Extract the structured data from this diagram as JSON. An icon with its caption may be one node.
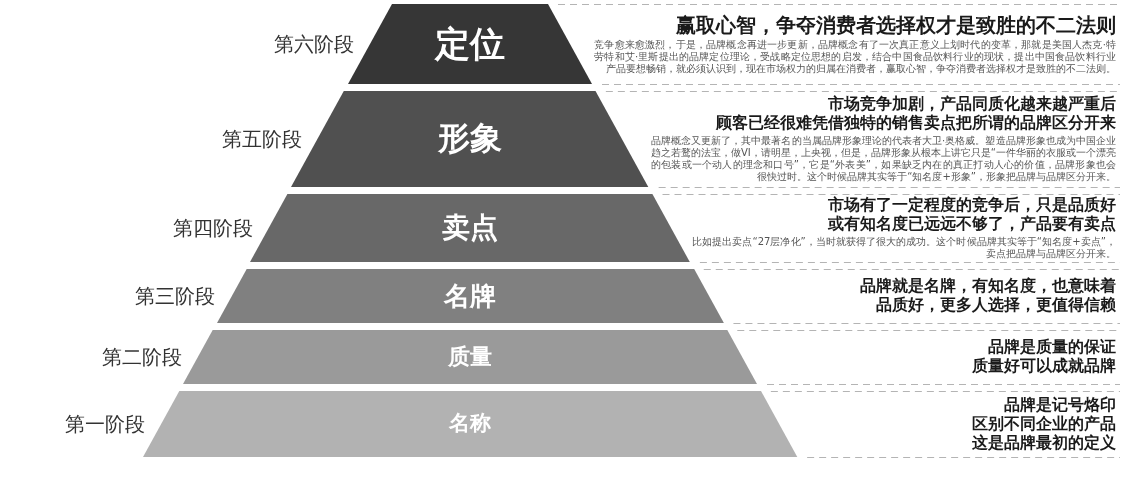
{
  "diagram": {
    "nodes": [
      {
        "text": [
          "定位"
        ],
        "beside": [
          "第六阶段"
        ]
      },
      {
        "text": [
          "形象"
        ],
        "beside": [
          "第五阶段"
        ]
      },
      {
        "text": [
          "卖点"
        ],
        "beside": [
          "第四阶段"
        ]
      },
      {
        "text": [
          "名牌"
        ],
        "beside": [
          "第三阶段"
        ]
      },
      {
        "text": [
          "质量"
        ],
        "beside": [
          "第二阶段"
        ]
      },
      {
        "text": [
          "名称"
        ],
        "beside": [
          "第一阶段"
        ]
      }
    ],
    "labels": [
      "赢取心智，争夺消费者选择权才是致胜的不二法则",
      "竞争愈来愈激烈，于是，品牌概念再进一步更新，品牌概念有了一次真正意义上划时代的变革，那就是美国人杰克·特劳特和艾·里斯提出的品牌定位理论，受战略定位思想的启发，结合中国食品饮料行业的现状，提出中国食品饮料行业产品要想畅销，就必须认识到，现在市场权力的归属在消费者，赢取心智，争夺消费者选择权才是致胜的不二法则。",
      "市场竞争加剧，产品同质化越来越严重后顾客已经很难凭借独特的销售卖点把所谓的品牌区分开来",
      "品牌概念又更新了，其中最著名的当属品牌形象理论的代表者大卫·奥格威。塑造品牌形象也成为中国企业趋之若鹜的法宝，做VI，请明星，上央视，但是，品牌形象从根本上讲它只是“一件华丽的衣服或一个漂亮的包装或一个动人的理念和口号”，它是“外表美”，如果缺乏内在的真正打动人心的价值，品牌形象也会很快过时。这个时候品牌其实等于“知名度+形象”，形象把品牌与品牌区分开来。",
      "市场有了一定程度的竞争后，只是品质好或有知名度已远远不够了，产品要有卖点",
      "比如提出卖点“27层净化”，当时就获得了很大的成功。这个时候品牌其实等于“知名度+卖点”，卖点把品牌与品牌区分开来。",
      "品牌就是名牌，有知名度，也意味着品质好，更多人选择，更值得信赖",
      "品牌是质量的保证质量好可以成就品牌",
      "品牌是记号烙印区别不同企业的产品这是品牌最初的定义"
    ]
  }
}
